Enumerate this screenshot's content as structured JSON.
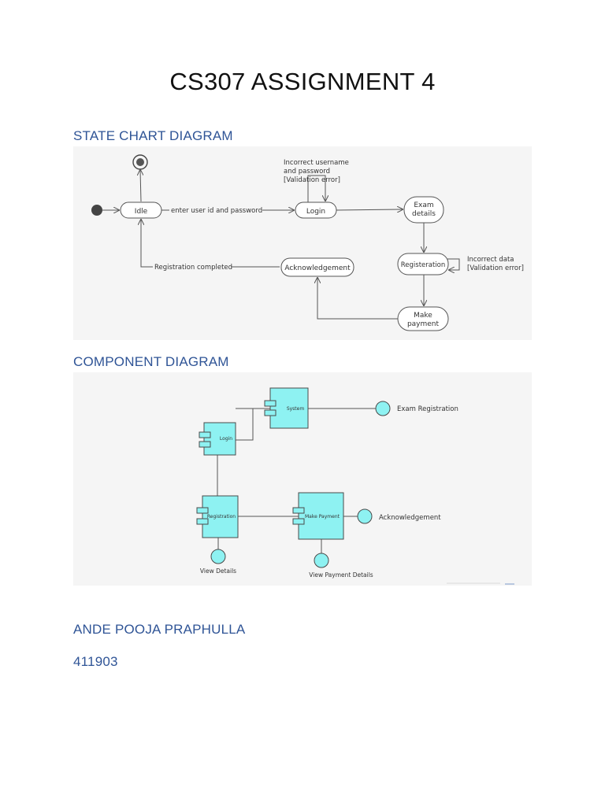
{
  "document": {
    "title": "CS307 ASSIGNMENT 4",
    "state_heading": "STATE CHART DIAGRAM",
    "component_heading": "COMPONENT DIAGRAM",
    "author": "ANDE POOJA PRAPHULLA",
    "roll_number": "411903"
  },
  "state_diagram": {
    "states": {
      "idle": "Idle",
      "login": "Login",
      "exam_details_line1": "Exam",
      "exam_details_line2": "details",
      "registration": "Registeration",
      "acknowledgement": "Acknowledgement",
      "make_payment_line1": "Make",
      "make_payment_line2": "payment"
    },
    "transitions": {
      "enter_credentials": "enter user id and password",
      "registration_completed": "Registration completed",
      "login_error_line1": "Incorrect username",
      "login_error_line2": "and password",
      "login_error_line3": "[Validation error]",
      "data_error_line1": "Incorrect data",
      "data_error_line2": "[Validation error]"
    }
  },
  "component_diagram": {
    "components": {
      "system": "System",
      "login": "Login",
      "registration": "Registration",
      "make_payment": "Make Payment"
    },
    "interfaces": {
      "exam_registration": "Exam Registration",
      "acknowledgement": "Acknowledgement",
      "view_details": "View Details",
      "view_payment_details": "View Payment Details"
    },
    "fill_color": "#8ef2f2",
    "stroke_color": "#4a4a4a"
  }
}
